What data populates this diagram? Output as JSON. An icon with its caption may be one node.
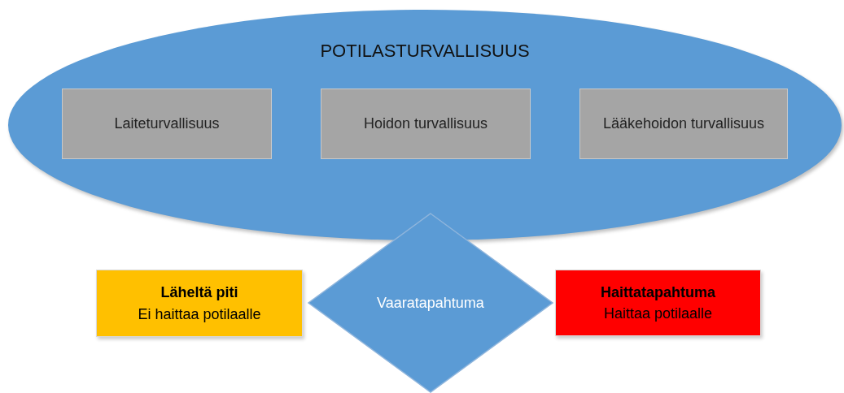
{
  "diagram": {
    "nodes": [
      {
        "text": [
          "POTILASTURVALLISUUS"
        ]
      },
      {
        "text": [
          "Laiteturvallisuus"
        ],
        "in": 0
      },
      {
        "text": [
          "Hoidon turvallisuus"
        ],
        "in": 0
      },
      {
        "text": [
          "Lääkehoidon turvallisuus"
        ],
        "in": 0
      },
      {
        "text": [
          "Läheltä piti",
          "Ei haittaa potilaalle"
        ]
      },
      {
        "text": [
          "Vaaratapahtuma"
        ]
      },
      {
        "text": [
          "Haittatapahtuma",
          "Haittaa potilaalle"
        ]
      }
    ]
  }
}
